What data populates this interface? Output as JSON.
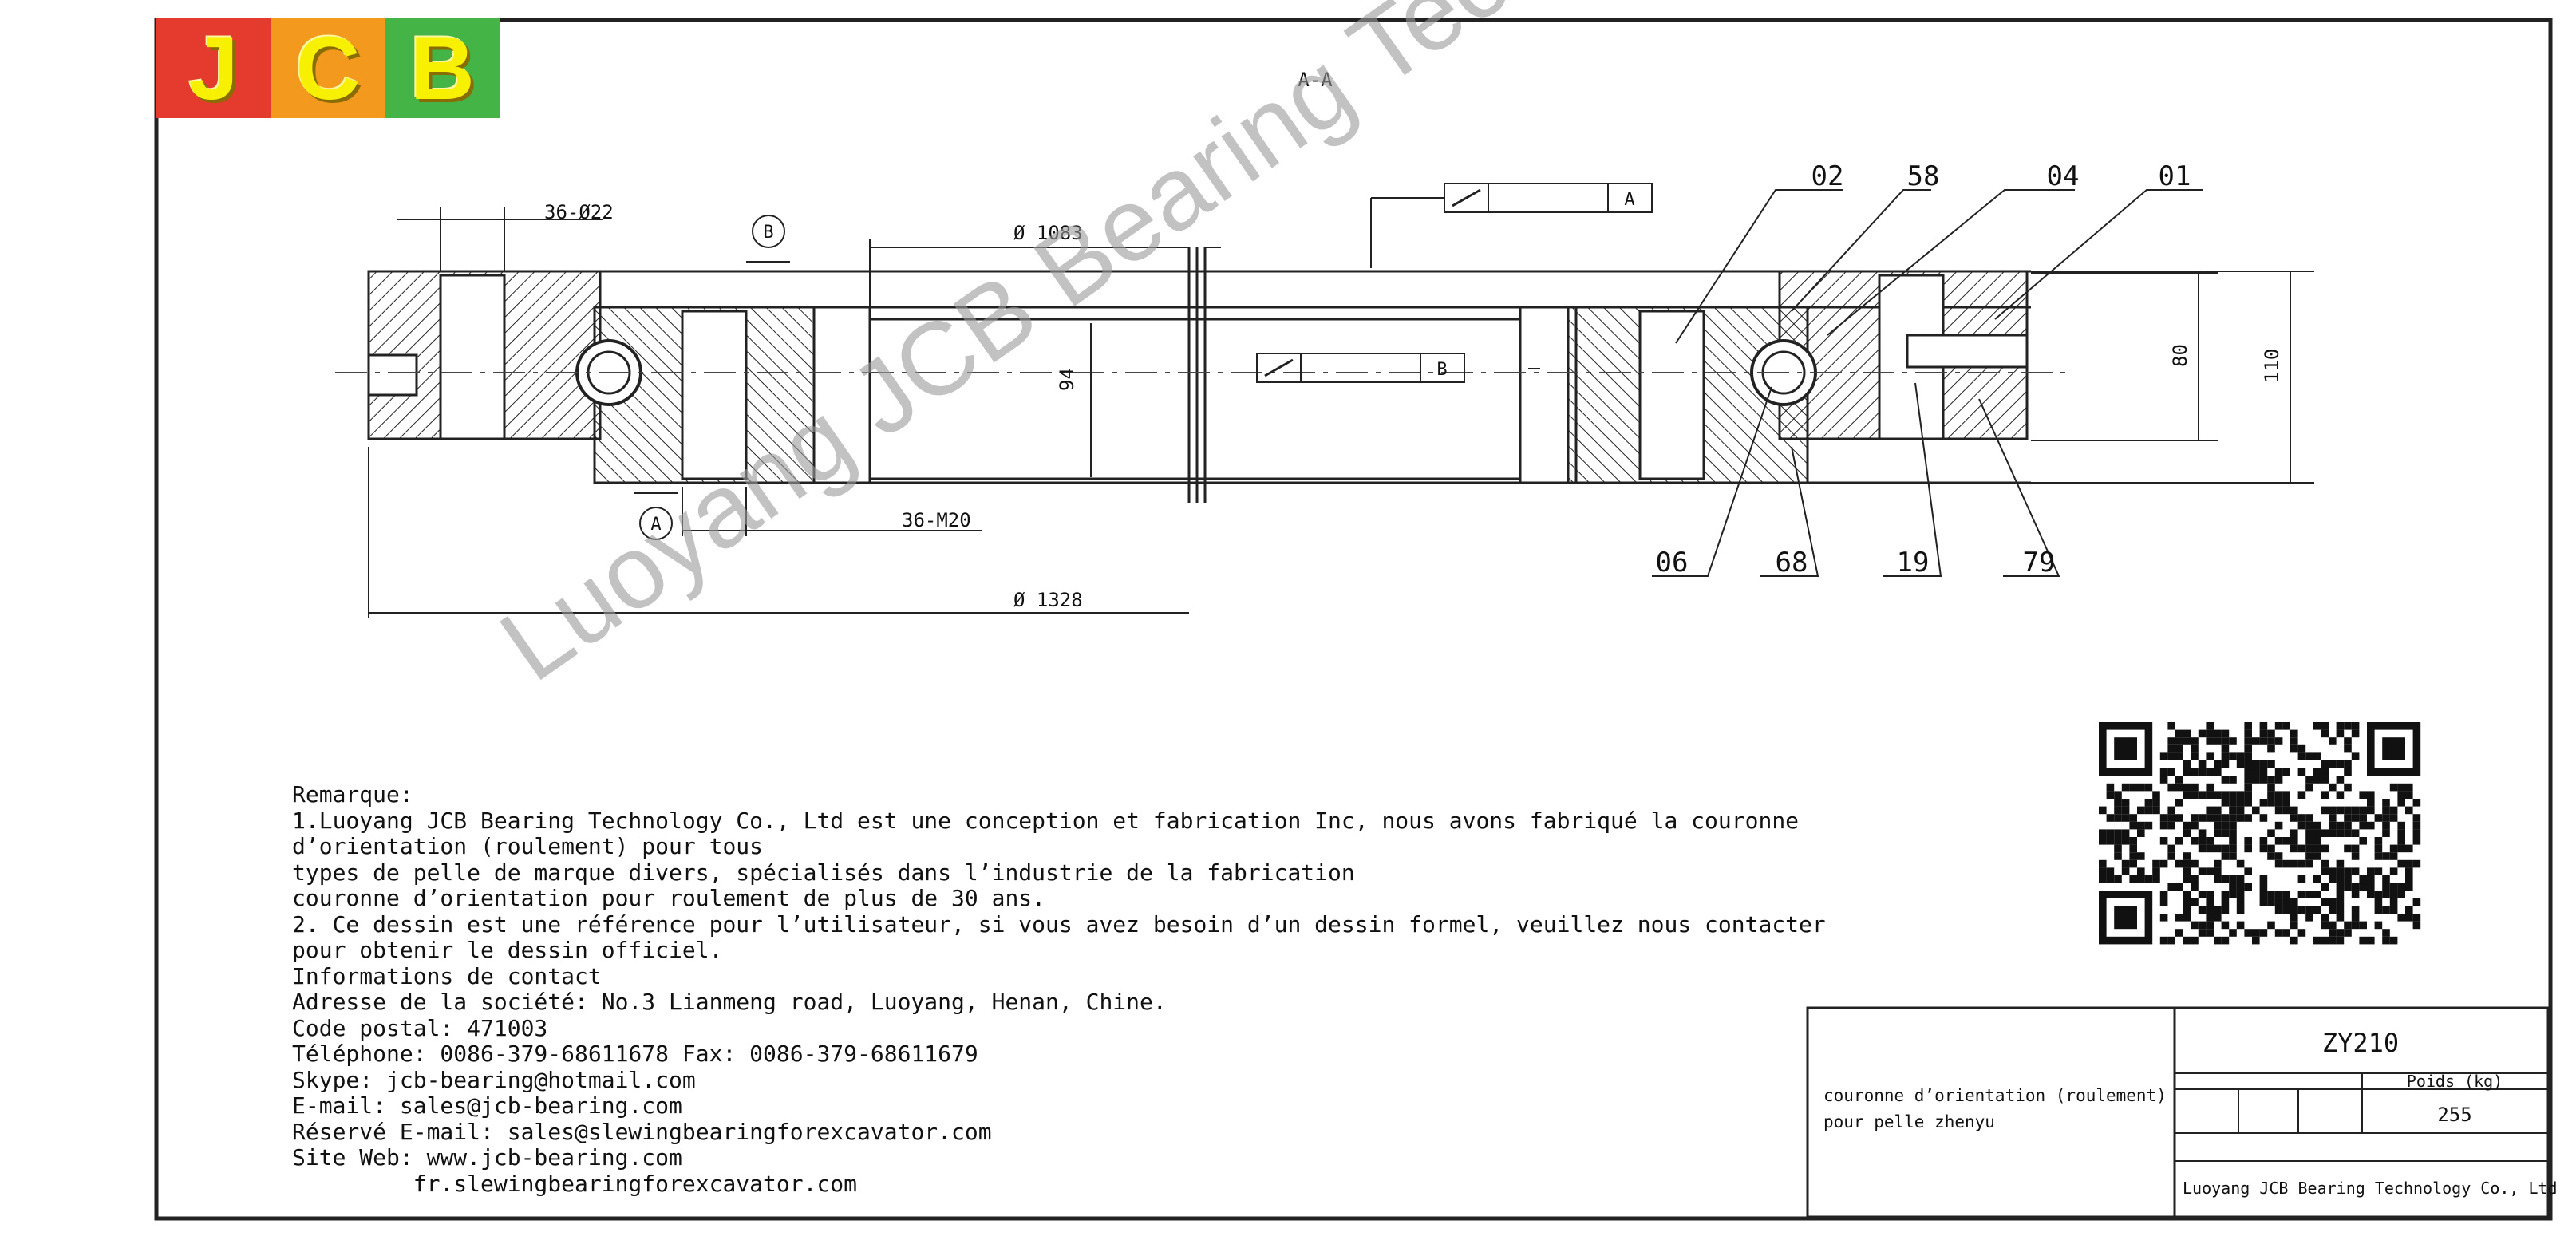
{
  "logo": {
    "letters": [
      "J",
      "C",
      "B"
    ]
  },
  "drawing": {
    "section_label": "A-A",
    "dims": {
      "holes": "36-Ø22",
      "bore": "Ø 1083",
      "outer": "Ø 1328",
      "tapped": "36-M20",
      "inner_height": "94",
      "outer_height_1": "80",
      "outer_height_2": "110"
    },
    "datum_a": "A",
    "datum_b": "B",
    "parts": {
      "p02": "02",
      "p58": "58",
      "p04": "04",
      "p01": "01",
      "p06": "06",
      "p68": "68",
      "p19": "19",
      "p79": "79"
    }
  },
  "notes": [
    "Remarque:",
    "1.Luoyang JCB Bearing Technology Co., Ltd est une conception et fabrication Inc, nous avons fabriqué la couronne",
    "d’orientation (roulement) pour tous",
    "types de pelle de marque divers, spécialisés dans l’industrie de la fabrication",
    "couronne d’orientation pour roulement de plus de 30 ans.",
    "2. Ce dessin est une référence pour l’utilisateur, si vous avez besoin d’un dessin formel, veuillez nous contacter",
    "pour obtenir le dessin officiel.",
    "Informations de contact",
    "Adresse de la société: No.3 Lianmeng road, Luoyang, Henan, Chine.",
    "Code postal: 471003",
    "Téléphone: 0086-379-68611678 Fax: 0086-379-68611679",
    "Skype: jcb-bearing@hotmail.com",
    "E-mail: sales@jcb-bearing.com",
    "Réservé E-mail: sales@slewingbearingforexcavator.com",
    "Site Web: www.jcb-bearing.com",
    "         fr.slewingbearingforexcavator.com"
  ],
  "title_block": {
    "description_1": "couronne d’orientation (roulement)",
    "description_2": "pour pelle zhenyu",
    "model": "ZY210",
    "weight_label": "Poids (kg)",
    "weight_value": "255",
    "company": "Luoyang JCB Bearing Technology Co., Ltd"
  },
  "watermark": "Luoyang JCB Bearing Technology Co., Ltd"
}
